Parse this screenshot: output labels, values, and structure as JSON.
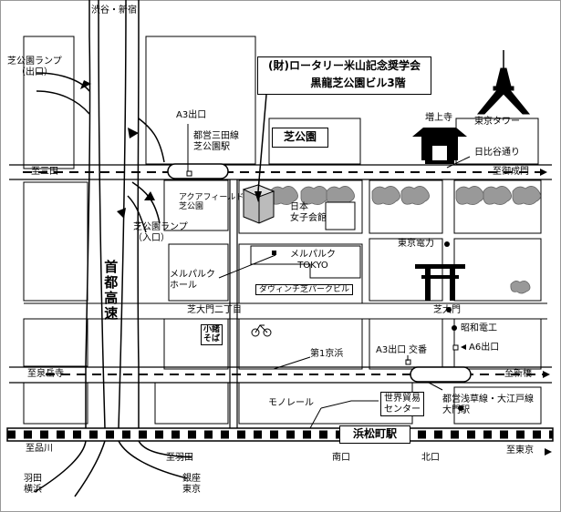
{
  "callout": {
    "line1": "(財)ロータリー米山記念奨学会",
    "line2": "黒龍芝公園ビル3階"
  },
  "highway": {
    "label": "首都高速"
  },
  "directions": {
    "shibuya_shinjuku": "渋谷・新宿",
    "to_mita": "至三田",
    "to_onarimon": "至御成門",
    "to_sengakuji": "至泉岳寺",
    "to_shinbashi": "至新橋",
    "to_shinagawa": "至品川",
    "to_haneda": "至羽田",
    "to_tokyo": "至東京",
    "haneda_yokohama": [
      "羽田",
      "横浜"
    ],
    "ginza_tokyo": [
      "銀座",
      "東京"
    ]
  },
  "ramps": {
    "exit_ramp": [
      "芝公園ランプ",
      "（出口）"
    ],
    "entry_ramp": [
      "芝公園ランプ",
      "（入口）"
    ]
  },
  "places": {
    "a3_exit_top": "A3出口",
    "mita_line_station": [
      "都営三田線",
      "芝公園駅"
    ],
    "shiba_park": "芝公園",
    "zojoji": "増上寺",
    "tokyo_tower": "東京タワー",
    "hibiya_street": "日比谷通り",
    "aquafield": [
      "アクアフィールド",
      "芝公園"
    ],
    "nihon_joshi_kaikan": [
      "日本",
      "女子会館"
    ],
    "tokyo_denryoku": "東京電力",
    "melparque_tokyo": [
      "メルパルク",
      "TOKYO"
    ],
    "melparque_hall": [
      "メルパルク",
      "ホール"
    ],
    "davinci_building": "ダヴィンチ芝パークビル",
    "shibadaimon_2": "芝大門二丁目",
    "shibadaimon": "芝大門",
    "komoro_soba": [
      "小諸",
      "そば"
    ],
    "showa_denko": "昭和電工",
    "daiichi_keihin": "第1京浜",
    "a3_exit_bottom": "A3出口",
    "koban": "交番",
    "a6_exit": "A6出口",
    "asakusa_line_station": [
      "都営浅草線・大江戸線",
      "大門駅"
    ],
    "monorail": "モノレール",
    "world_trade_center": [
      "世界貿易",
      "センター"
    ],
    "hamamatsucho_station": "浜松町駅",
    "south_exit": "南口",
    "north_exit": "北口"
  }
}
